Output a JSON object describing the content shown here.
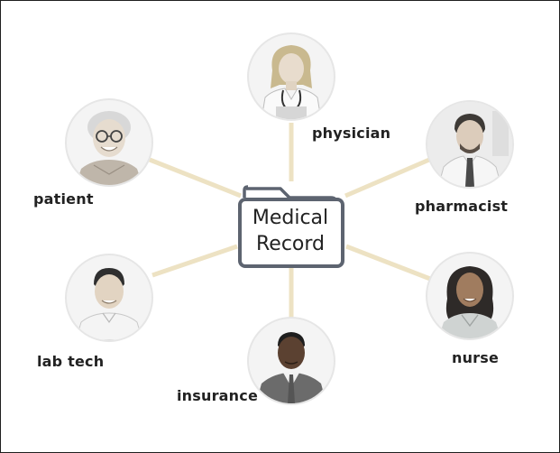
{
  "diagram": {
    "center": {
      "line1": "Medical",
      "line2": "Record"
    },
    "nodes": {
      "physician": {
        "label": "physician"
      },
      "patient": {
        "label": "patient"
      },
      "pharmacist": {
        "label": "pharmacist"
      },
      "lab_tech": {
        "label": "lab tech"
      },
      "nurse": {
        "label": "nurse"
      },
      "insurance": {
        "label": "insurance"
      }
    },
    "colors": {
      "connector": "#ede2c3",
      "folder_stroke": "#5d6470",
      "portrait_bg": "#f4f4f4"
    }
  }
}
